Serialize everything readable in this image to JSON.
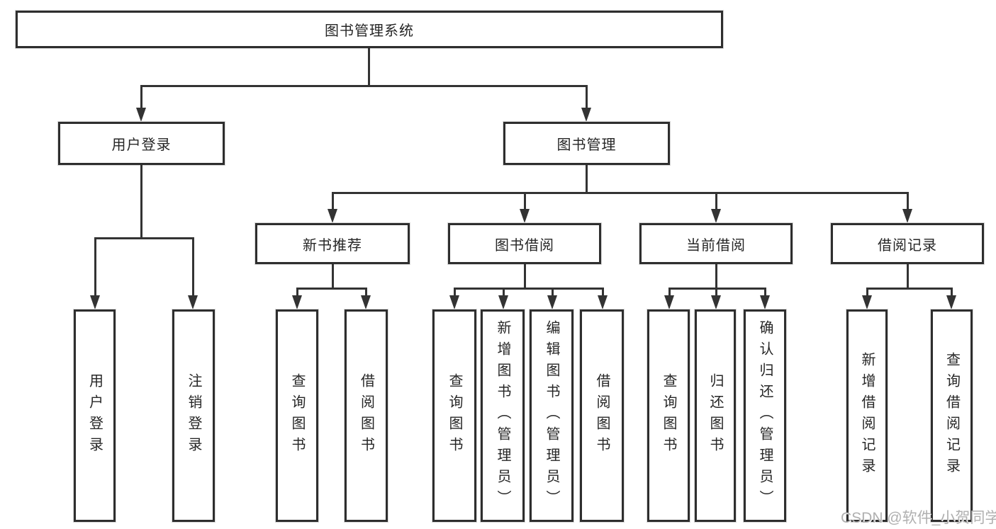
{
  "tree": {
    "root": {
      "label": "图书管理系统",
      "children": [
        {
          "label": "用户登录",
          "children": [
            {
              "label": "用户登录"
            },
            {
              "label": "注销登录"
            }
          ]
        },
        {
          "label": "图书管理",
          "children": [
            {
              "label": "新书推荐",
              "children": [
                {
                  "label": "查询图书"
                },
                {
                  "label": "借阅图书"
                }
              ]
            },
            {
              "label": "图书借阅",
              "children": [
                {
                  "label": "查询图书"
                },
                {
                  "label": "新增图书（管理员）"
                },
                {
                  "label": "编辑图书（管理员）"
                },
                {
                  "label": "借阅图书"
                }
              ]
            },
            {
              "label": "当前借阅",
              "children": [
                {
                  "label": "查询图书"
                },
                {
                  "label": "归还图书"
                },
                {
                  "label": "确认归还（管理员）"
                }
              ]
            },
            {
              "label": "借阅记录",
              "children": [
                {
                  "label": "新增借阅记录"
                },
                {
                  "label": "查询借阅记录"
                }
              ]
            }
          ]
        }
      ]
    }
  },
  "watermark": {
    "text": "CSDN @软件_小贺同学"
  },
  "colors": {
    "line": "#333333",
    "box_border": "#2e2e2e",
    "box_fill": "#ffffff",
    "text": "#262626",
    "watermark": "#b0b0b0"
  }
}
